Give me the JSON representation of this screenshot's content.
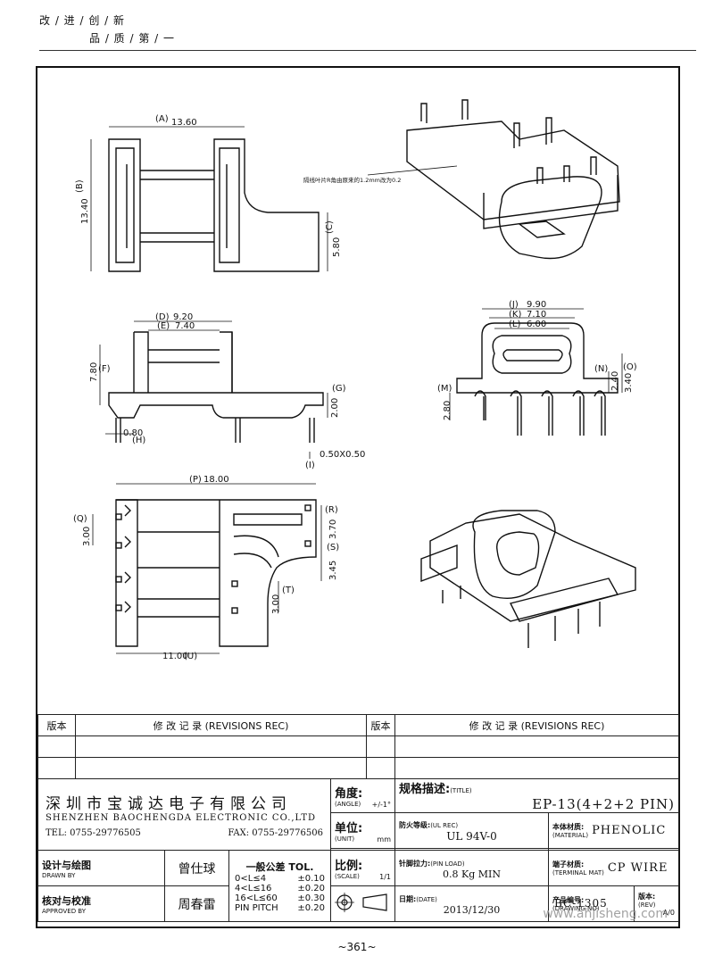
{
  "header": {
    "slogan_line1": "改 / 进 / 创 / 新",
    "slogan_line2": "品 / 质 / 第 / 一"
  },
  "dimensions": {
    "A": "(A)",
    "A_val": "13.60",
    "B": "(B)",
    "B_val": "13.40",
    "C": "(C)",
    "C_val": "5.80",
    "D": "(D)",
    "D_val": "9.20",
    "E": "(E)",
    "E_val": "7.40",
    "F": "(F)",
    "F_val": "7.80",
    "G": "(G)",
    "G_val": "2.00",
    "H": "(H)",
    "H_val": "0.80",
    "I": "(I)",
    "I_val": "0.50X0.50",
    "J": "(J)",
    "J_val": "9.90",
    "K": "(K)",
    "K_val": "7.10",
    "L": "(L)",
    "L_val": "6.00",
    "M": "(M)",
    "M_val": "2.80",
    "N": "(N)",
    "N_val": "2.40",
    "O": "(O)",
    "O_val": "3.40",
    "P": "(P)",
    "P_val": "18.00",
    "Q": "(Q)",
    "Q_val": "3.00",
    "R": "(R)",
    "R_val": "3.70",
    "S": "(S)",
    "S_val": "3.45",
    "T": "(T)",
    "T_val": "3.00",
    "U": "(U)",
    "U_val": "11.00"
  },
  "note": "隔线叶片R角由原来的1.2mm改为0.2",
  "title_block": {
    "rev_label": "版本",
    "rev_record": "修 改 记 录 (REVISIONS REC)",
    "company_cn": "深圳市宝诚达电子有限公司",
    "company_en": "SHENZHEN BAOCHENGDA ELECTRONIC CO.,LTD",
    "tel": "TEL: 0755-29776505",
    "fax": "FAX: 0755-29776506",
    "angle_label": "角度:",
    "angle_en": "(ANGLE)",
    "angle_val": "+/-1°",
    "unit_label": "单位:",
    "unit_en": "(UNIT)",
    "unit_val": "mm",
    "scale_label": "比例:",
    "scale_en": "(SCALE)",
    "scale_val": "1/1",
    "title_label": "规格描述:",
    "title_en": "(TITLE)",
    "title_val": "EP-13(4+2+2 PIN)",
    "ulrec_label": "防火等级:",
    "ulrec_en": "(UL REC)",
    "ulrec_val": "UL 94V-0",
    "material_label": "本体材质:",
    "material_en": "(MATERIAL)",
    "material_val": "PHENOLIC",
    "pinload_label": "针脚拉力:",
    "pinload_en": "(PIN LOAD)",
    "pinload_val": "0.8 Kg MIN",
    "terminal_label": "端子材质:",
    "terminal_en": "(TERMINAL MAT)",
    "terminal_val": "CP WIRE",
    "date_label": "日期:",
    "date_en": "(DATE)",
    "date_val": "2013/12/30",
    "drawno_label": "产品编号:",
    "drawno_en": "(DRAWING NO)",
    "drawno_val": "BC-1305",
    "rev_label2": "版本:",
    "rev_en": "(REV)",
    "rev_val": "A/0",
    "drawn_label": "设计与绘图",
    "drawn_en": "DRAWN BY",
    "drawn_val": "曾仕球",
    "approved_label": "核对与校准",
    "approved_en": "APPROVED BY",
    "approved_val": "周春雷",
    "tol_title": "一般公差 TOL.",
    "tol_rows": [
      {
        "range": "0<L≤4",
        "tol": "±0.10"
      },
      {
        "range": "4<L≤16",
        "tol": "±0.20"
      },
      {
        "range": "16<L≤60",
        "tol": "±0.30"
      },
      {
        "range": "PIN PITCH",
        "tol": "±0.20"
      }
    ]
  },
  "watermark": "www.ahjisheng.com",
  "page_number": "~361~"
}
